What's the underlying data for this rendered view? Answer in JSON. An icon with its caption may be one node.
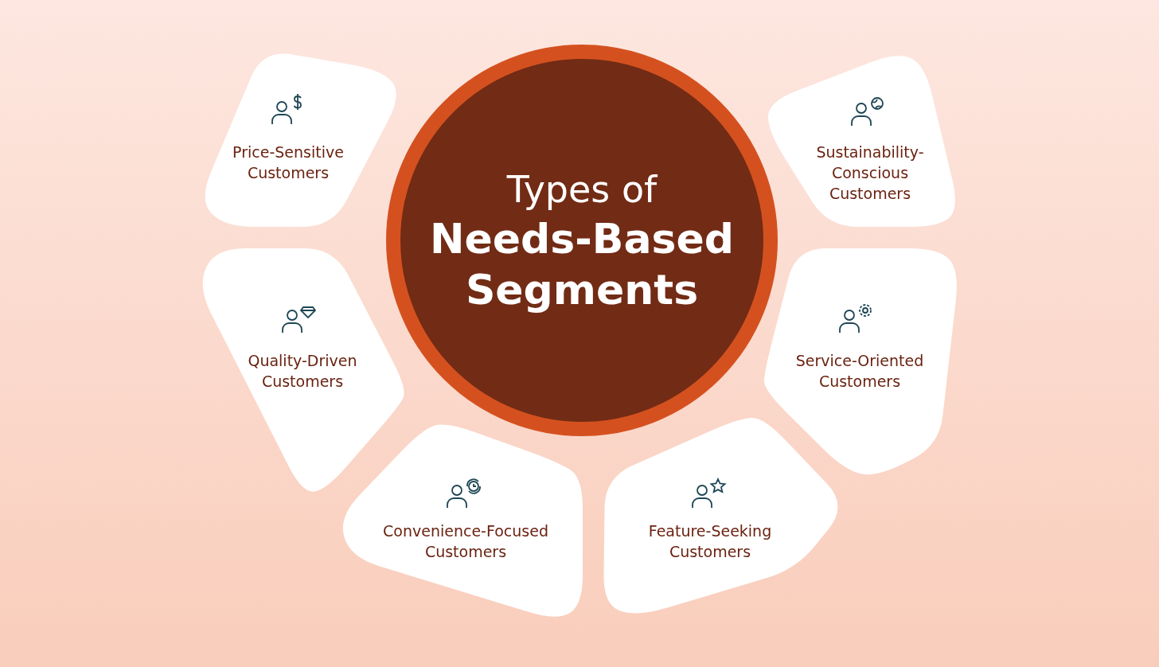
{
  "diagram": {
    "nodes": [
      {
        "text": [
          "Types of",
          "Needs-Based Segments"
        ]
      },
      {
        "text": [
          "Price-Sensitive Customers"
        ]
      },
      {
        "text": [
          "Sustainability-Conscious Customers"
        ]
      },
      {
        "text": [
          "Quality-Driven Customers"
        ]
      },
      {
        "text": [
          "Service-Oriented Customers"
        ]
      },
      {
        "text": [
          "Convenience-Focused Customers"
        ]
      },
      {
        "text": [
          "Feature-Seeking Customers"
        ]
      }
    ]
  }
}
